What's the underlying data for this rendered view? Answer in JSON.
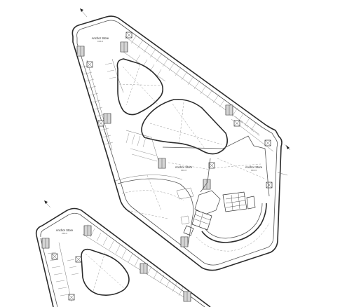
{
  "rooms": {
    "top_north": {
      "name": "Anchor Store",
      "code": "XXX.X"
    },
    "center": {
      "name": "Anchor Store",
      "code": "XXX.X"
    },
    "east": {
      "name": "Anchor Store",
      "code": "XXX.X"
    },
    "lower": {
      "name": "Anchor Store",
      "code": "XXX.X"
    }
  }
}
